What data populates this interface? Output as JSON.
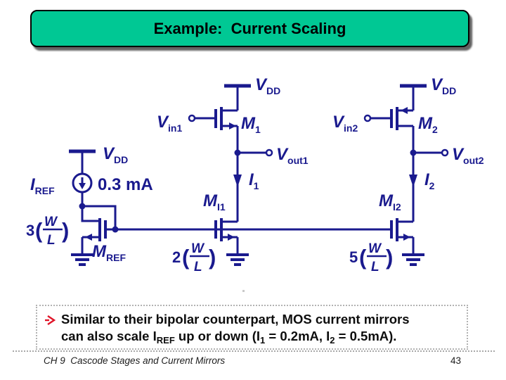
{
  "colors": {
    "title_bg": "#00C894",
    "circuit": "#1A1A8E",
    "bullet": "#E01428"
  },
  "title": "Example:  Current Scaling",
  "circuit": {
    "supply": {
      "base": "V",
      "sub": "DD"
    },
    "iref": {
      "base": "I",
      "sub": "REF"
    },
    "iref_value": "0.3 mA",
    "mref": {
      "base": "M",
      "sub": "REF"
    },
    "vin1": {
      "base": "V",
      "sub": "in1"
    },
    "m1": {
      "base": "M",
      "sub": "1"
    },
    "vout1": {
      "base": "V",
      "sub": "out1"
    },
    "i1": {
      "base": "I",
      "sub": "1"
    },
    "mi1": {
      "base": "M",
      "sub": "I1"
    },
    "vin2": {
      "base": "V",
      "sub": "in2"
    },
    "m2": {
      "base": "M",
      "sub": "2"
    },
    "vout2": {
      "base": "V",
      "sub": "out2"
    },
    "i2": {
      "base": "I",
      "sub": "2"
    },
    "mi2": {
      "base": "M",
      "sub": "I2"
    },
    "wl": {
      "open": "(",
      "num": "W",
      "den": "L",
      "close": ")"
    },
    "ratio_ref": "3",
    "ratio_1": "2",
    "ratio_2": "5"
  },
  "note": {
    "bullet_icon": "arrow-right-bullet",
    "line1": "Similar to their bipolar counterpart, MOS current mirrors",
    "line2": {
      "p1": "can also scale I",
      "s1": "REF",
      "p2": " up or down (I",
      "s2": "1",
      "p3": " = 0.2mA, I",
      "s3": "2",
      "p4": " = 0.5mA)."
    }
  },
  "footer": {
    "course": "CH 9  Cascode Stages and Current Mirrors",
    "page": "43"
  }
}
